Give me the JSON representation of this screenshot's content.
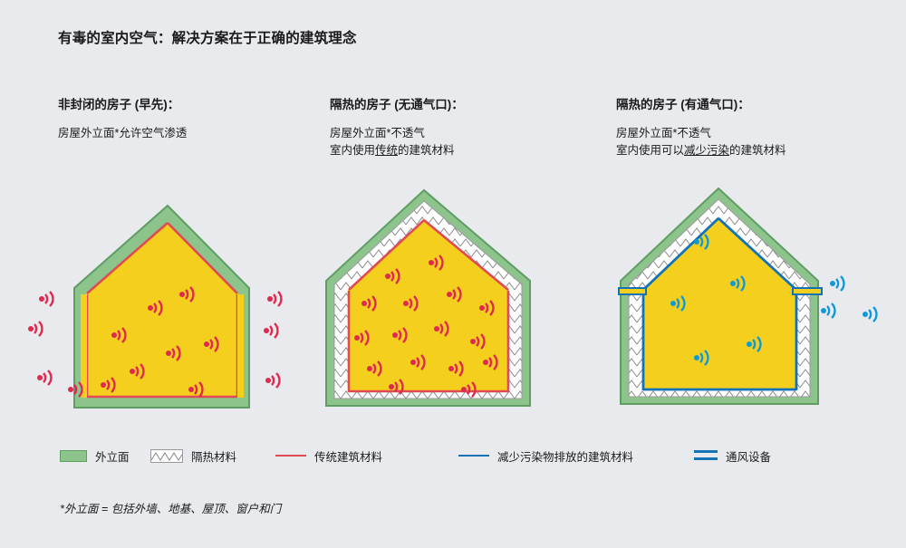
{
  "title": "有毒的室内空气：解决方案在于正确的建筑理念",
  "columns": [
    {
      "heading": "非封闭的房子 (早先)：",
      "lines": [
        "房屋外立面*允许空气渗透"
      ],
      "underlined": []
    },
    {
      "heading": "隔热的房子 (无通气口)：",
      "lines": [
        "房屋外立面*不透气",
        "室内使用传统的建筑材料"
      ],
      "underlined": [
        "传统"
      ]
    },
    {
      "heading": "隔热的房子 (有通气口)：",
      "lines": [
        "房屋外立面*不透气",
        "室内使用可以减少污染的建筑材料"
      ],
      "underlined": [
        "减少污染"
      ]
    }
  ],
  "legend": [
    {
      "icon": "facade-swatch",
      "label": "外立面"
    },
    {
      "icon": "insulation-swatch",
      "label": "隔热材料"
    },
    {
      "icon": "red-line-swatch",
      "label": "传统建筑材料"
    },
    {
      "icon": "blue-line-swatch",
      "label": "减少污染物排放的建筑材料"
    },
    {
      "icon": "ventilation-swatch",
      "label": "通风设备"
    }
  ],
  "footnote": "*外立面 = 包括外墙、地基、屋顶、窗户和门",
  "colors": {
    "background": "#e8eaee",
    "facade_green": "#8cc48c",
    "facade_green_stroke": "#5e9e63",
    "interior_yellow": "#f5cf1e",
    "pollutant_red": "#e0294f",
    "pollutant_blue": "#0f9ad6",
    "material_red": "#e04a52",
    "material_blue": "#1173b6",
    "insulation_white": "#ffffff",
    "insulation_stroke": "#9a9a9a"
  }
}
